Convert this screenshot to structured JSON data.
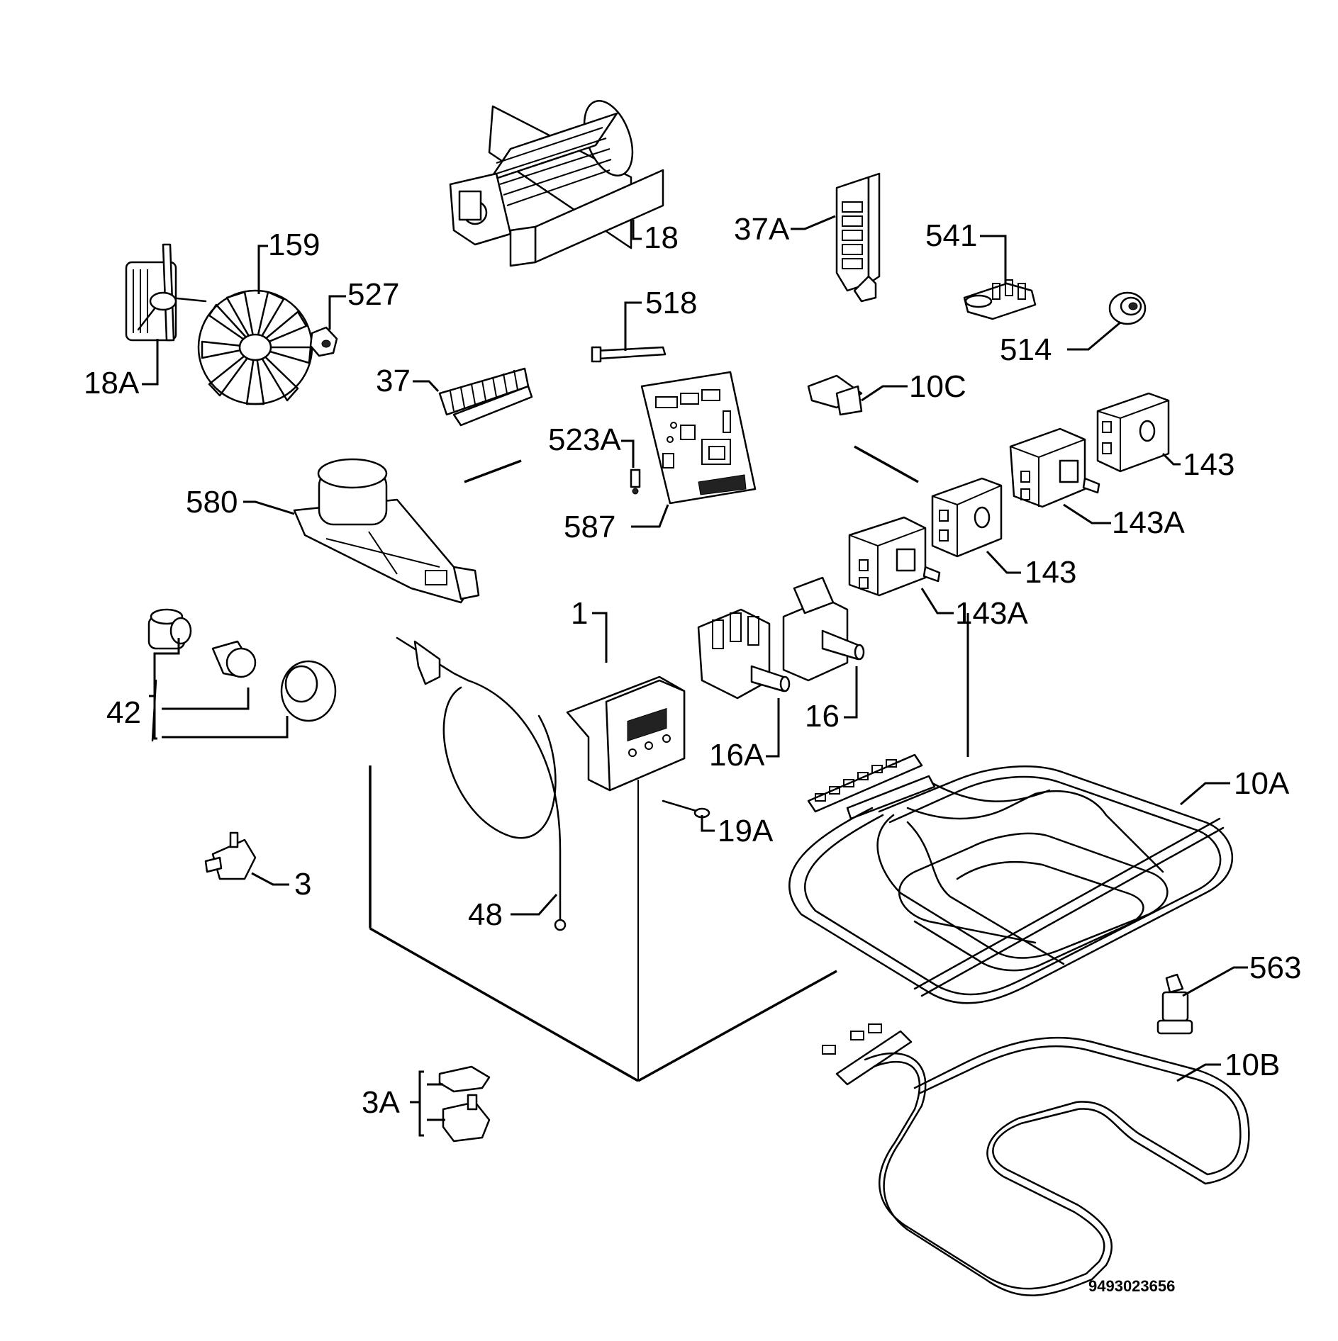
{
  "diagram": {
    "labels": {
      "p18": "18",
      "p18a": "18A",
      "p159": "159",
      "p527": "527",
      "p37": "37",
      "p37a": "37A",
      "p518": "518",
      "p541": "541",
      "p514": "514",
      "p10c": "10C",
      "p523a": "523A",
      "p587": "587",
      "p580": "580",
      "p143_top": "143",
      "p143a_top": "143A",
      "p143_mid": "143",
      "p143a_mid": "143A",
      "p1": "1",
      "p42": "42",
      "p16": "16",
      "p16a": "16A",
      "p10a": "10A",
      "p19a": "19A",
      "p3": "3",
      "p48": "48",
      "p563": "563",
      "p10b": "10B",
      "p3a": "3A"
    },
    "drawing_code": "9493023656"
  }
}
